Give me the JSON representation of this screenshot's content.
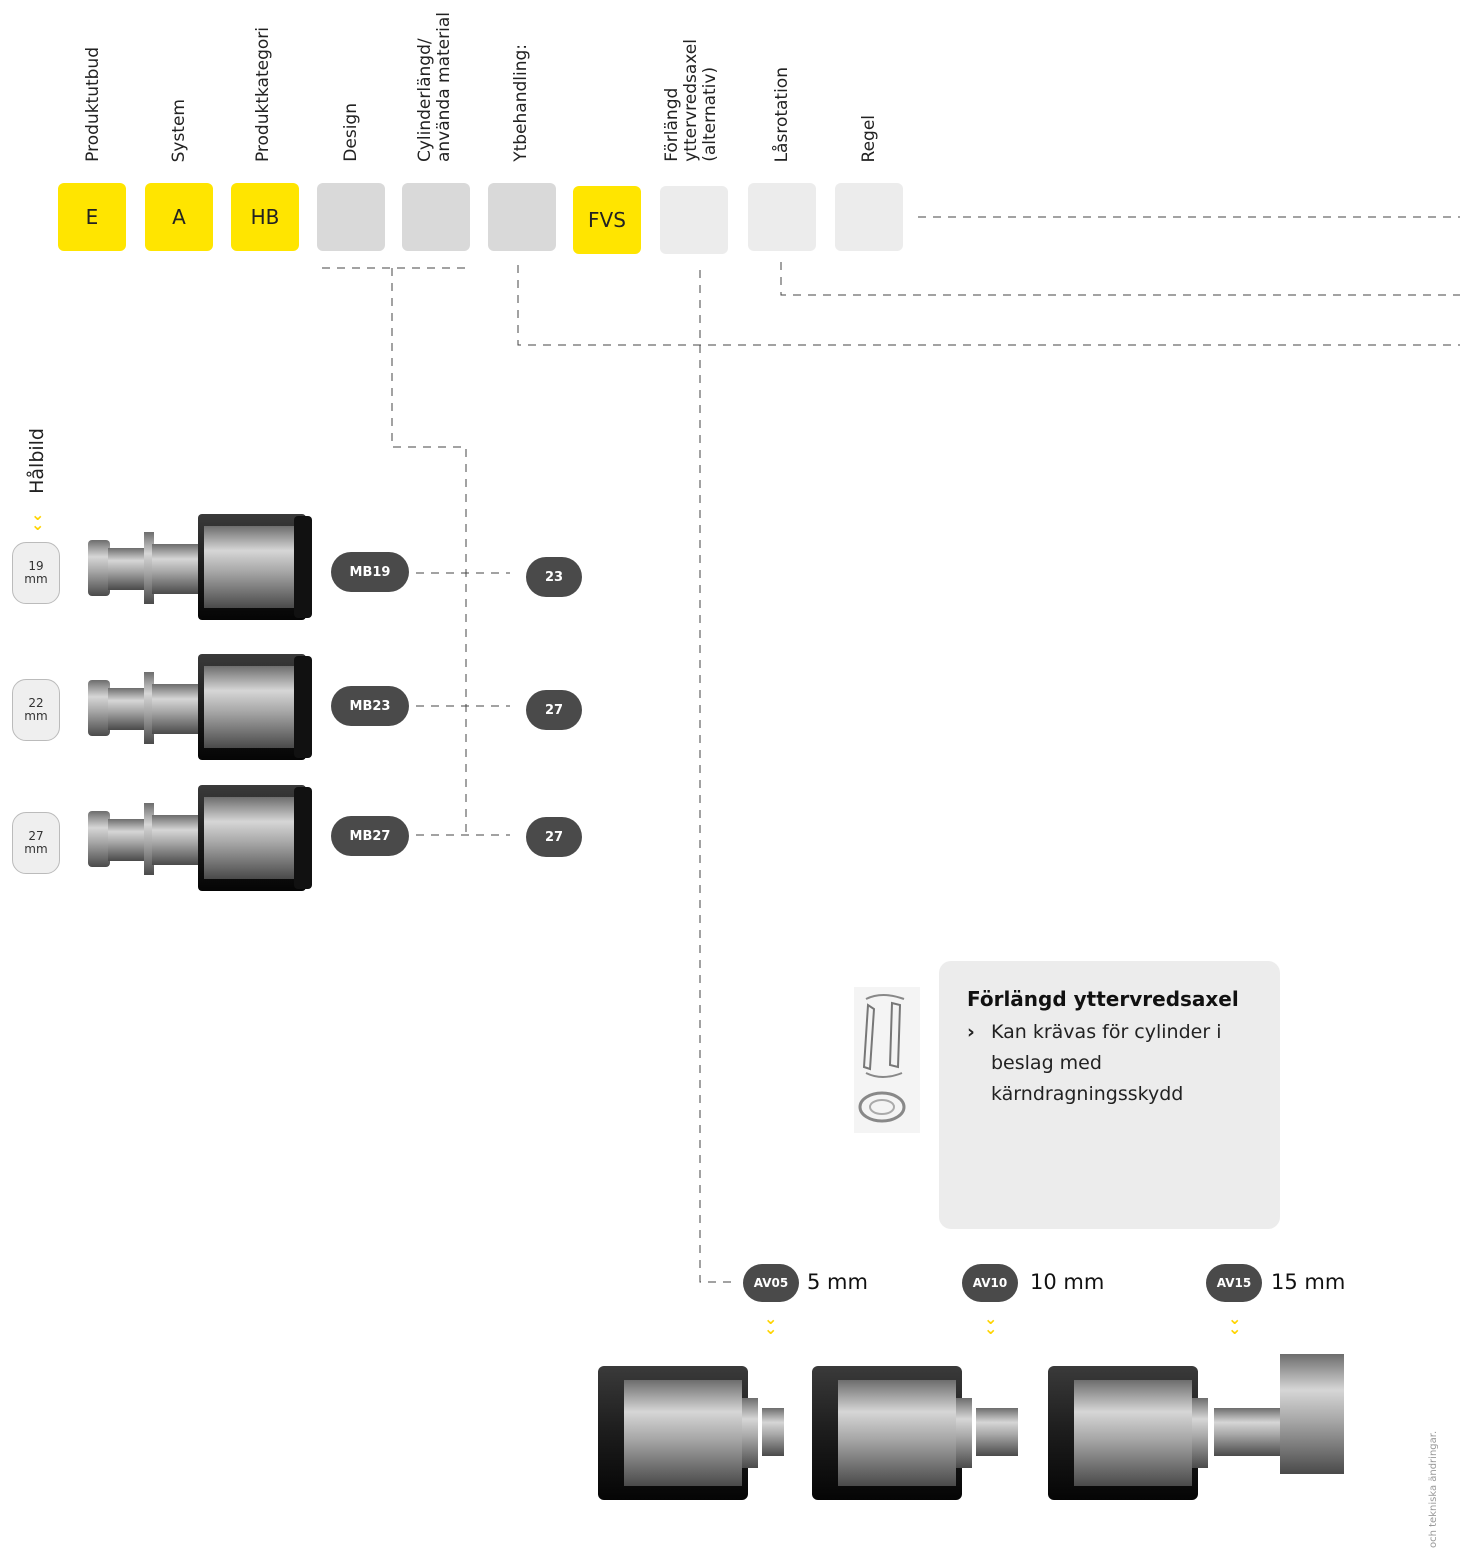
{
  "columns": [
    {
      "label": "Produktutbud"
    },
    {
      "label": "System"
    },
    {
      "label": "Produktkategori"
    },
    {
      "label": "Design"
    },
    {
      "label": "Cylinderlängd/\nanvända material"
    },
    {
      "label": "Ytbehandling:"
    },
    {
      "label": "Förlängd\nyttervredsaxel\n(alternativ)"
    },
    {
      "label": "Låsrotation"
    },
    {
      "label": "Regel"
    }
  ],
  "code_boxes": [
    "E",
    "A",
    "HB",
    "",
    "",
    "",
    "FVS",
    "",
    "",
    ""
  ],
  "hole_pattern": {
    "label": "Hålbild",
    "rows": [
      {
        "size": "19",
        "unit": "mm",
        "model": "MB19",
        "length": "23"
      },
      {
        "size": "22",
        "unit": "mm",
        "model": "MB23",
        "length": "27"
      },
      {
        "size": "27",
        "unit": "mm",
        "model": "MB27",
        "length": "27"
      }
    ]
  },
  "info_panel": {
    "title": "Förlängd yttervredsaxel",
    "bullet": "Kan krävas för cylinder i beslag med kärndragningsskydd"
  },
  "extensions": [
    {
      "code": "AV05",
      "length": "5 mm"
    },
    {
      "code": "AV10",
      "length": "10 mm"
    },
    {
      "code": "AV15",
      "length": "15 mm"
    }
  ],
  "footnote": "och tekniska ändringar.",
  "colors": {
    "yellow": "#ffe500",
    "grey": "#d9d9d9",
    "light": "#ececec",
    "pill": "#4a4a4a"
  },
  "icons": {
    "chevron": "double-chevron-down-icon",
    "bullet": "chevron-right-icon"
  }
}
